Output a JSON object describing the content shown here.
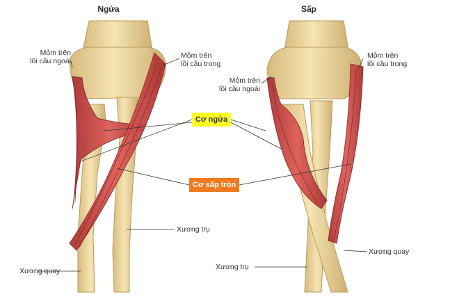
{
  "titles": {
    "left": "Ngửa",
    "right": "Sấp"
  },
  "left_labels": {
    "lateral_epicondyle": [
      "Mỏm trên",
      "lồi cầu ngoài"
    ],
    "medial_epicondyle": [
      "Mỏm trên",
      "lồi cầu trong"
    ],
    "radius": "Xương quay"
  },
  "center_labels": {
    "supinator": "Cơ ngửa",
    "pronator_teres": "Cơ sấp tròn",
    "ulna": "Xương trụ"
  },
  "right_labels": {
    "medial_epicondyle": [
      "Mỏm trên",
      "lồi cầu trong"
    ],
    "lateral_epicondyle": [
      "Mỏm trên",
      "lồi cầu ngoài"
    ],
    "radius": "Xương quay",
    "ulna": "Xương trụ"
  },
  "colors": {
    "bone": "#f1dca4",
    "bone_shadow": "#cfb277",
    "muscle": "#cf4a48",
    "muscle_dark": "#9c2a2a",
    "supinator_highlight": "#ffff20",
    "pronator_highlight": "#f07a1f"
  }
}
